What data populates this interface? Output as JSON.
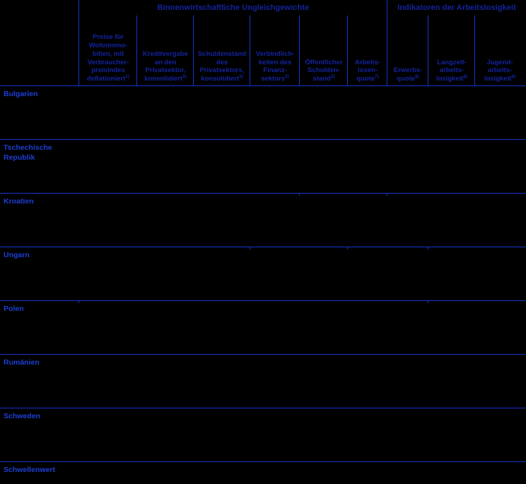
{
  "table": {
    "column_groups": [
      {
        "id": "domestic",
        "label": "Binnenwirtschaftliche Ungleichgewichte",
        "span": 6
      },
      {
        "id": "labour",
        "label": "Indikatoren der Arbeitslosigkeit",
        "span": 3
      }
    ],
    "row_header_label": "",
    "columns": [
      {
        "id": "house-prices",
        "label": "Preise für Wohnimmo-bilien, mit Verbraucher-preisindex deflationiert",
        "lines": [
          "Preise für",
          "Wohnimmo-",
          "bilien, mit",
          "Verbraucher-",
          "preisindex",
          "deflationiert"
        ],
        "footnote": "1)"
      },
      {
        "id": "private-sector-credit",
        "label": "Kreditvergabe an den Privatsektor, konsolidiert",
        "lines": [
          "Kreditvergabe",
          "an den",
          "Privatsektor,",
          "konsolidiert"
        ],
        "footnote": "3)"
      },
      {
        "id": "private-sector-debt",
        "label": "Schuldenstand des Privatsektors, konsolidiert",
        "lines": [
          "Schuldenstand",
          "des",
          "Privatsektors,",
          "konsolidiert"
        ],
        "footnote": "3)"
      },
      {
        "id": "financial-sector-liabilities",
        "label": "Verbindlichkeiten des Finanzsektors",
        "lines": [
          "Verbindlich-",
          "keiten des",
          "Finanz-",
          "sektors"
        ],
        "footnote": "2)"
      },
      {
        "id": "government-debt",
        "label": "Öffentlicher Schuldenstand",
        "lines": [
          "Öffentlicher",
          "Schulden-",
          "stand"
        ],
        "footnote": "2)"
      },
      {
        "id": "unemployment-rate",
        "label": "Arbeitslosenquote",
        "lines": [
          "Arbeits-",
          "losen-",
          "quote"
        ],
        "footnote": "7)"
      },
      {
        "id": "activity-rate",
        "label": "Erwerbsquote",
        "lines": [
          "Erwerbs-",
          "quote"
        ],
        "footnote": "8)"
      },
      {
        "id": "long-term-unemployment",
        "label": "Langzeitarbeitslosigkeit",
        "lines": [
          "Langzeit-",
          "arbeits-",
          "losigkeit"
        ],
        "footnote": "8)"
      },
      {
        "id": "youth-unemployment",
        "label": "Jugendarbeitslosigkeit",
        "lines": [
          "Jugend-",
          "arbeits-",
          "losigkeit"
        ],
        "footnote": "8)"
      }
    ],
    "rows": [
      {
        "id": "bulgarien",
        "label": "Bulgarien",
        "values": [
          "",
          "",
          "",
          "",
          "",
          "",
          "",
          "",
          ""
        ]
      },
      {
        "id": "tschechische-republik",
        "label": "Tschechische Republik",
        "values": [
          "",
          "",
          "",
          "",
          "",
          "",
          "",
          "",
          ""
        ]
      },
      {
        "id": "kroatien",
        "label": "Kroatien",
        "values": [
          "",
          "",
          "",
          "",
          "",
          "",
          "",
          "",
          ""
        ]
      },
      {
        "id": "ungarn",
        "label": "Ungarn",
        "values": [
          "",
          "",
          "",
          "",
          "",
          "",
          "",
          "",
          ""
        ]
      },
      {
        "id": "polen",
        "label": "Polen",
        "values": [
          "",
          "",
          "",
          "",
          "",
          "",
          "",
          "",
          ""
        ]
      },
      {
        "id": "rumaenien",
        "label": "Rumänien",
        "values": [
          "",
          "",
          "",
          "",
          "",
          "",
          "",
          "",
          ""
        ]
      },
      {
        "id": "schweden",
        "label": "Schweden",
        "values": [
          "",
          "",
          "",
          "",
          "",
          "",
          "",
          "",
          ""
        ]
      },
      {
        "id": "schwellenwert",
        "label": "Schwellenwert",
        "values": [
          "",
          "",
          "",
          "",
          "",
          "",
          "",
          "",
          ""
        ]
      }
    ]
  },
  "colors": {
    "background": "#000000",
    "rule": "#1434cc",
    "header_text": "#13239e",
    "body_text": "#1c3fd4"
  }
}
